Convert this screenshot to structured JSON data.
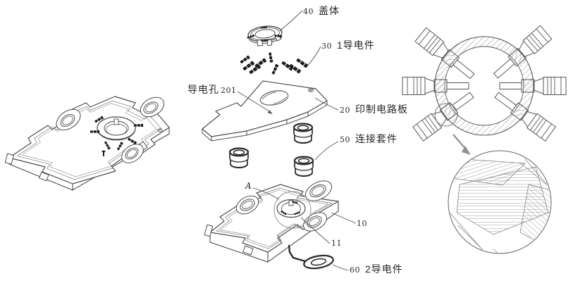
{
  "figure": {
    "background": "#ffffff"
  },
  "colors": {
    "line": "#4d4d4d",
    "line_light": "#777777",
    "dark_fill": "#1f1f1f",
    "text": "#262626",
    "arrow": "#8f8f8f"
  },
  "callouts": {
    "cover": {
      "ref": "40",
      "label": "盖体"
    },
    "conductor1": {
      "ref": "30",
      "label": "1导电件"
    },
    "via": {
      "ref": "201",
      "label": "导电孔"
    },
    "pcb": {
      "ref": "20",
      "label": "印制电路板"
    },
    "sleeve": {
      "ref": "50",
      "label": "连接套件"
    },
    "detail": {
      "ref": "A"
    },
    "housing": {
      "ref": "10"
    },
    "socket": {
      "ref": "11"
    },
    "conductor2": {
      "ref": "60",
      "label": "2导电件"
    }
  }
}
